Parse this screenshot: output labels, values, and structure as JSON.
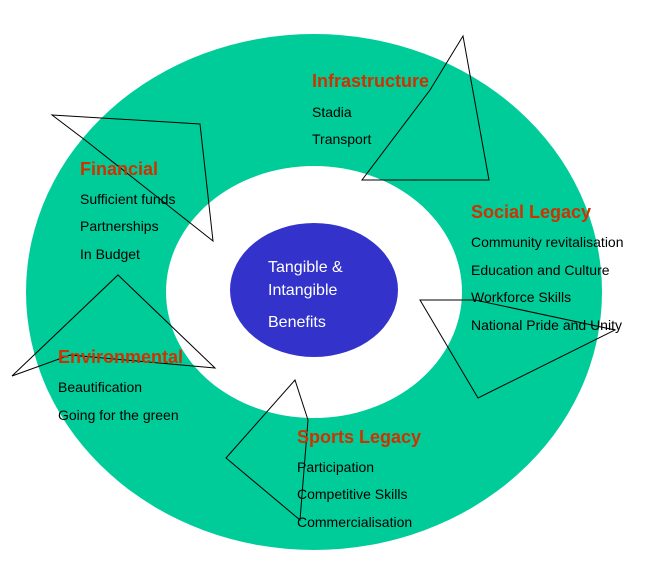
{
  "colors": {
    "ring": "#00cc99",
    "center_ellipse": "#3333cc",
    "heading_text": "#cc3300",
    "body_text": "#000000",
    "center_text": "#ffffff"
  },
  "center": {
    "line1": "Tangible &",
    "line2": "Intangible",
    "line3": "Benefits"
  },
  "sections": {
    "infrastructure": {
      "title": "Infrastructure",
      "items": [
        "Stadia",
        "Transport"
      ]
    },
    "financial": {
      "title": "Financial",
      "items": [
        "Sufficient funds",
        "Partnerships",
        "In Budget"
      ]
    },
    "social_legacy": {
      "title": "Social Legacy",
      "items": [
        "Community revitalisation",
        "Education and Culture",
        "Workforce Skills",
        "National Pride and Unity"
      ]
    },
    "environmental": {
      "title": "Environmental",
      "items": [
        "Beautification",
        "Going for the green"
      ]
    },
    "sports_legacy": {
      "title": "Sports Legacy",
      "items": [
        "Participation",
        "Competitive Skills",
        "Commercialisation"
      ]
    }
  }
}
